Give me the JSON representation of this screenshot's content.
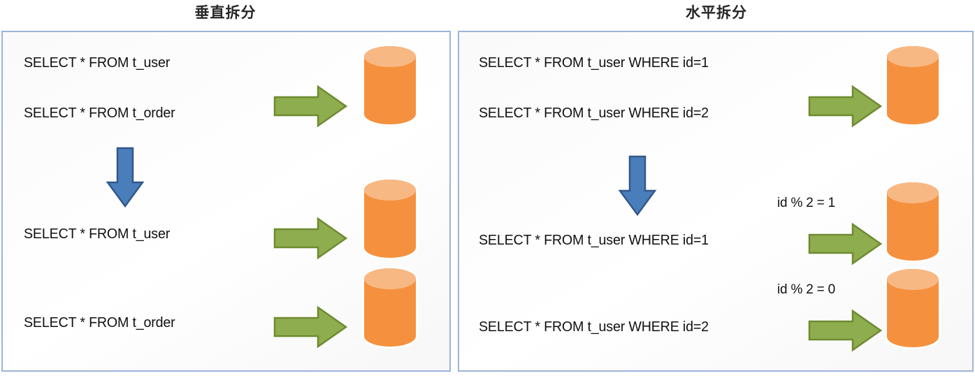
{
  "figure": {
    "type": "diagram",
    "description": "Database sharding diagram comparing vertical split and horizontal split"
  },
  "panels": [
    {
      "id": "vertical",
      "title": "垂直拆分",
      "before": {
        "statements": [
          "SELECT * FROM t_user",
          "SELECT * FROM t_order"
        ],
        "arrow_icon": "green-right-arrow",
        "database_icon": "database-cylinder",
        "database_count": 1
      },
      "transition_icon": "blue-down-arrow",
      "after": [
        {
          "statement": "SELECT * FROM t_user",
          "arrow_icon": "green-right-arrow",
          "database_icon": "database-cylinder",
          "route_label": ""
        },
        {
          "statement": "SELECT * FROM t_order",
          "arrow_icon": "green-right-arrow",
          "database_icon": "database-cylinder",
          "route_label": ""
        }
      ]
    },
    {
      "id": "horizontal",
      "title": "水平拆分",
      "before": {
        "statements": [
          "SELECT * FROM t_user WHERE id=1",
          "SELECT * FROM t_user WHERE id=2"
        ],
        "arrow_icon": "green-right-arrow",
        "database_icon": "database-cylinder",
        "database_count": 1
      },
      "transition_icon": "blue-down-arrow",
      "after": [
        {
          "statement": "SELECT * FROM t_user WHERE id=1",
          "arrow_icon": "green-right-arrow",
          "database_icon": "database-cylinder",
          "route_label": "id % 2 = 1"
        },
        {
          "statement": "SELECT * FROM t_user WHERE id=2",
          "arrow_icon": "green-right-arrow",
          "database_icon": "database-cylinder",
          "route_label": "id % 2 = 0"
        }
      ]
    }
  ],
  "colors": {
    "panel_border": "#9CB4D8",
    "panel_background": "#FBFBFB",
    "arrow_green_fill": "#8EAD4F",
    "arrow_green_stroke": "#6E8B30",
    "arrow_blue_fill": "#4A7EBB",
    "arrow_blue_stroke": "#31588A",
    "cylinder_body": "#F5913E",
    "cylinder_top": "#F8B884",
    "cylinder_outline": "#FFFFFF",
    "text": "#111111",
    "title_text": "#262626"
  }
}
